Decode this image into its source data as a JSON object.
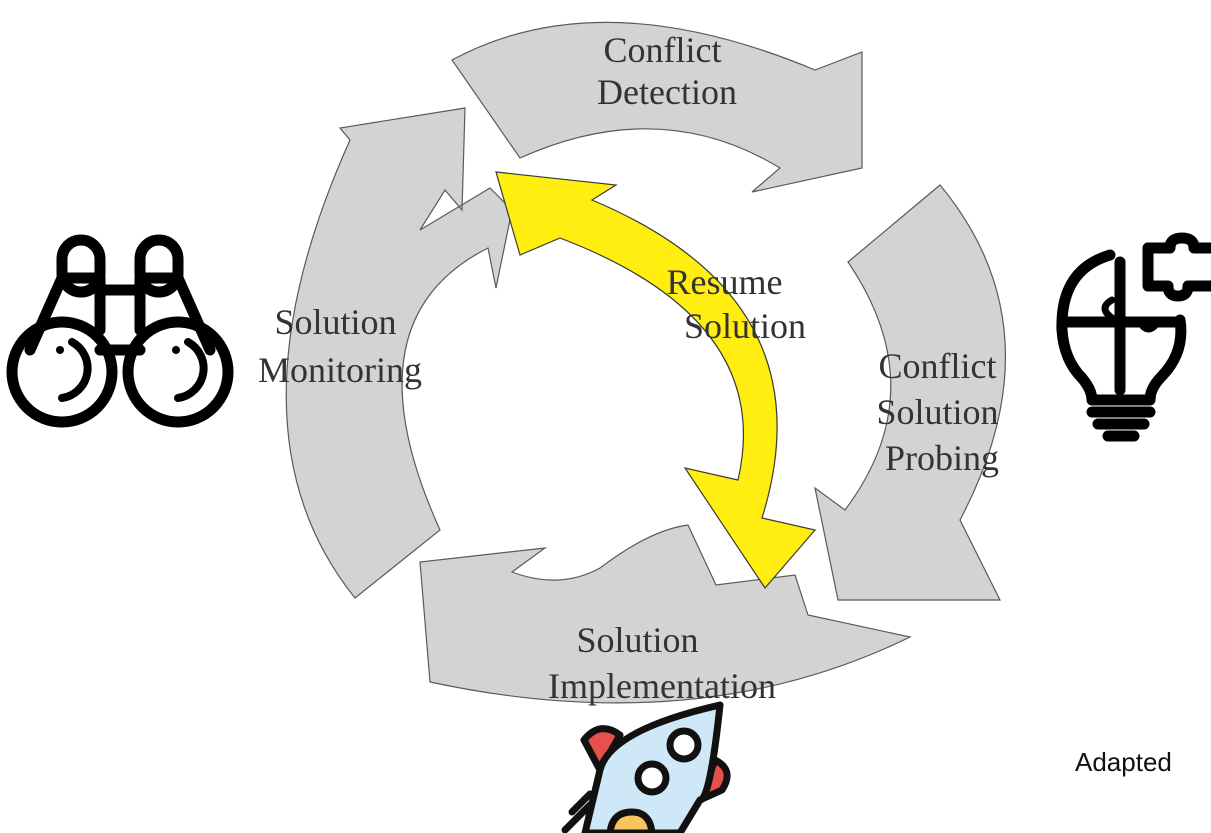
{
  "stages": {
    "conflict_detection": {
      "line1": "Conflict",
      "line2": "Detection"
    },
    "conflict_solution_probing": {
      "line1": "Conflict",
      "line2": "Solution",
      "line3": "Probing"
    },
    "solution_implementation": {
      "line1": "Solution",
      "line2": "Implementation"
    },
    "solution_monitoring": {
      "line1": "Solution",
      "line2": "Monitoring"
    },
    "resume_solution": {
      "line1": "Resume",
      "line2": "Solution"
    }
  },
  "icons": {
    "monitoring": "binoculars-icon",
    "probing": "lightbulb-puzzle-icon",
    "implementation": "rocket-icon"
  },
  "credit": "Adapted",
  "colors": {
    "arrow_fill": "#d4d3d4",
    "arrow_stroke": "#5a5a5a",
    "resume_fill": "#ffee10",
    "icon_stroke": "#000000",
    "rocket_body": "#cfe8f7",
    "rocket_red": "#e8504b",
    "rocket_flame": "#f8c45c"
  }
}
